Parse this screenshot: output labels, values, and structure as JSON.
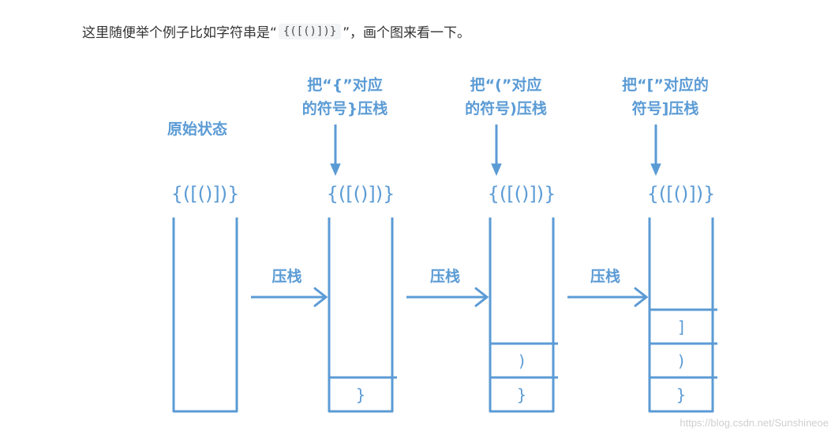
{
  "intro": {
    "before": "这里随便举个例子比如字符串是“",
    "code": "{([()])}",
    "after": "”，画个图来看一下。"
  },
  "diagram": {
    "accent_color": "#5b9bd5",
    "input_string": "{([()])}",
    "push_label": "压栈",
    "states": [
      {
        "caption": [
          "原始状态"
        ],
        "stack": []
      },
      {
        "caption": [
          "把“{”对应",
          "的符号}压栈"
        ],
        "stack": [
          "}"
        ]
      },
      {
        "caption": [
          "把“(”对应",
          "的符号)压栈"
        ],
        "stack": [
          ")",
          "}"
        ]
      },
      {
        "caption": [
          "把“[”对应的",
          "符号]压栈"
        ],
        "stack": [
          "]",
          ")",
          "}"
        ]
      }
    ]
  },
  "watermark": "https://blog.csdn.net/Sunshineoe"
}
